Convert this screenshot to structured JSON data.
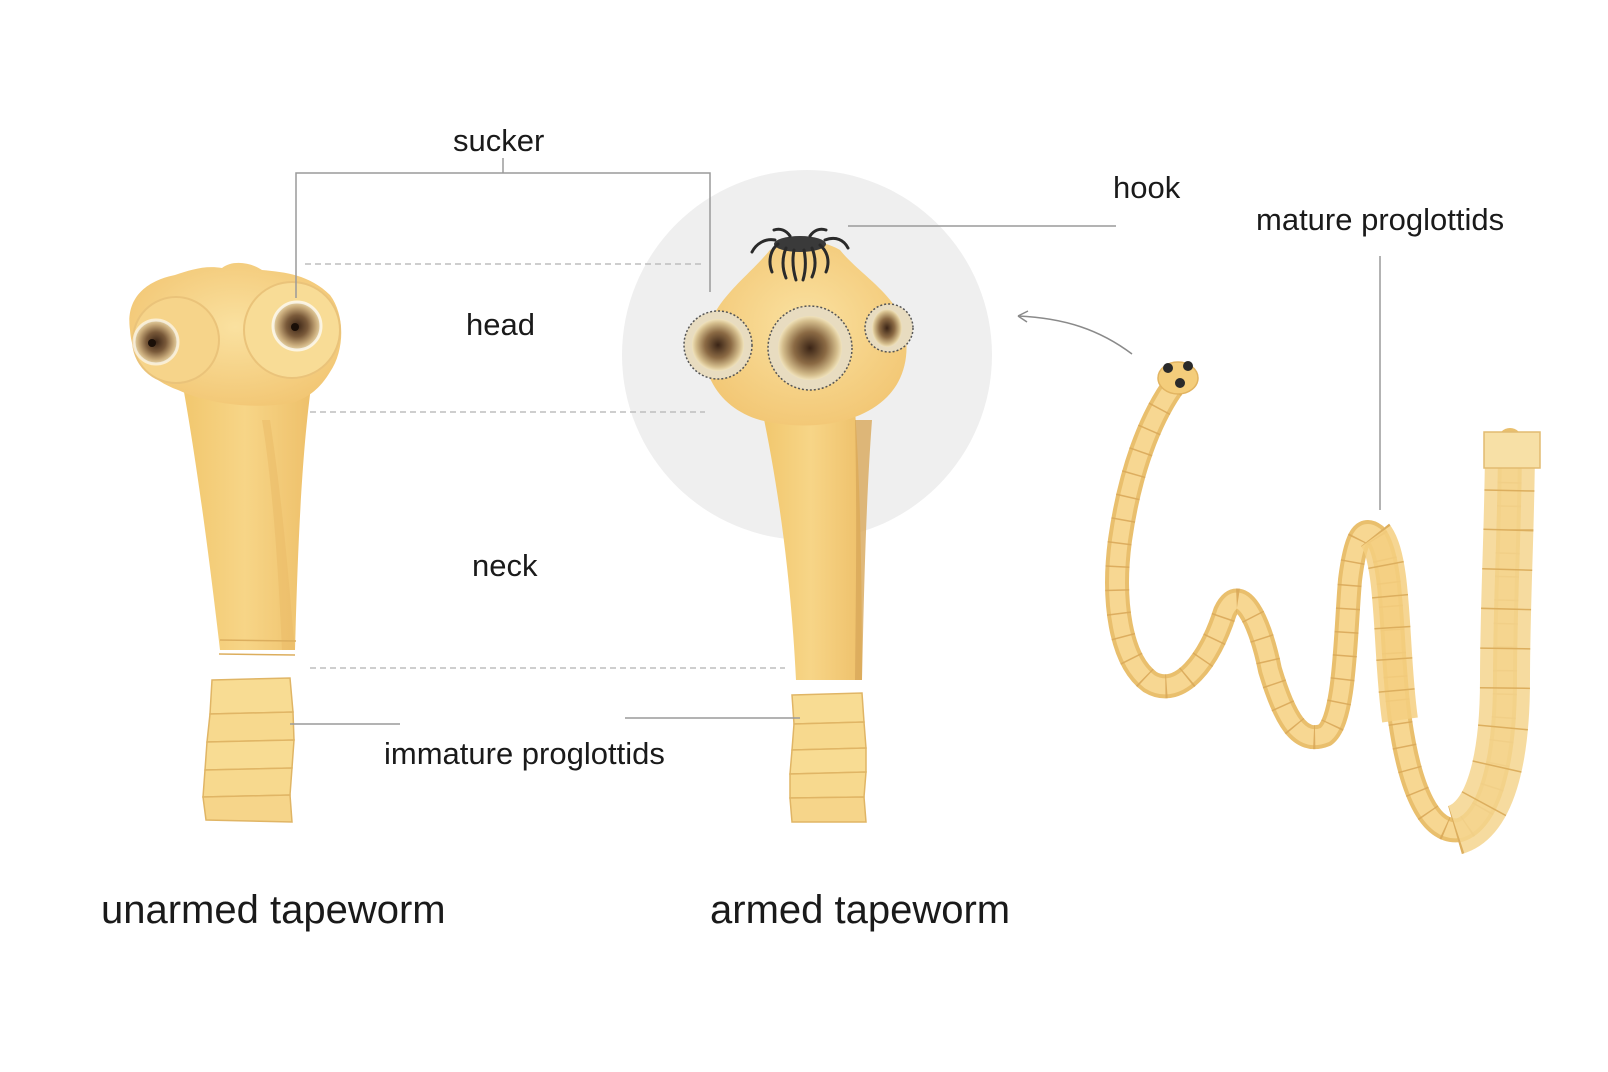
{
  "labels": {
    "sucker": "sucker",
    "head": "head",
    "neck": "neck",
    "immature_proglottids": "immature proglottids",
    "hook": "hook",
    "mature_proglottids": "mature proglottids"
  },
  "captions": {
    "unarmed": "unarmed tapeworm",
    "armed": "armed tapeworm"
  },
  "colors": {
    "body": "#f5cf7c",
    "body_shadow": "#e4b45c",
    "segment": "#f7d98e",
    "segment_line": "#dcae5e",
    "halo": "#efefef",
    "leader": "#9a9a9a",
    "hook": "#2a2a2a"
  },
  "icons": [
    "sucker-icon",
    "hook-icon",
    "tapeworm-head-icon"
  ]
}
